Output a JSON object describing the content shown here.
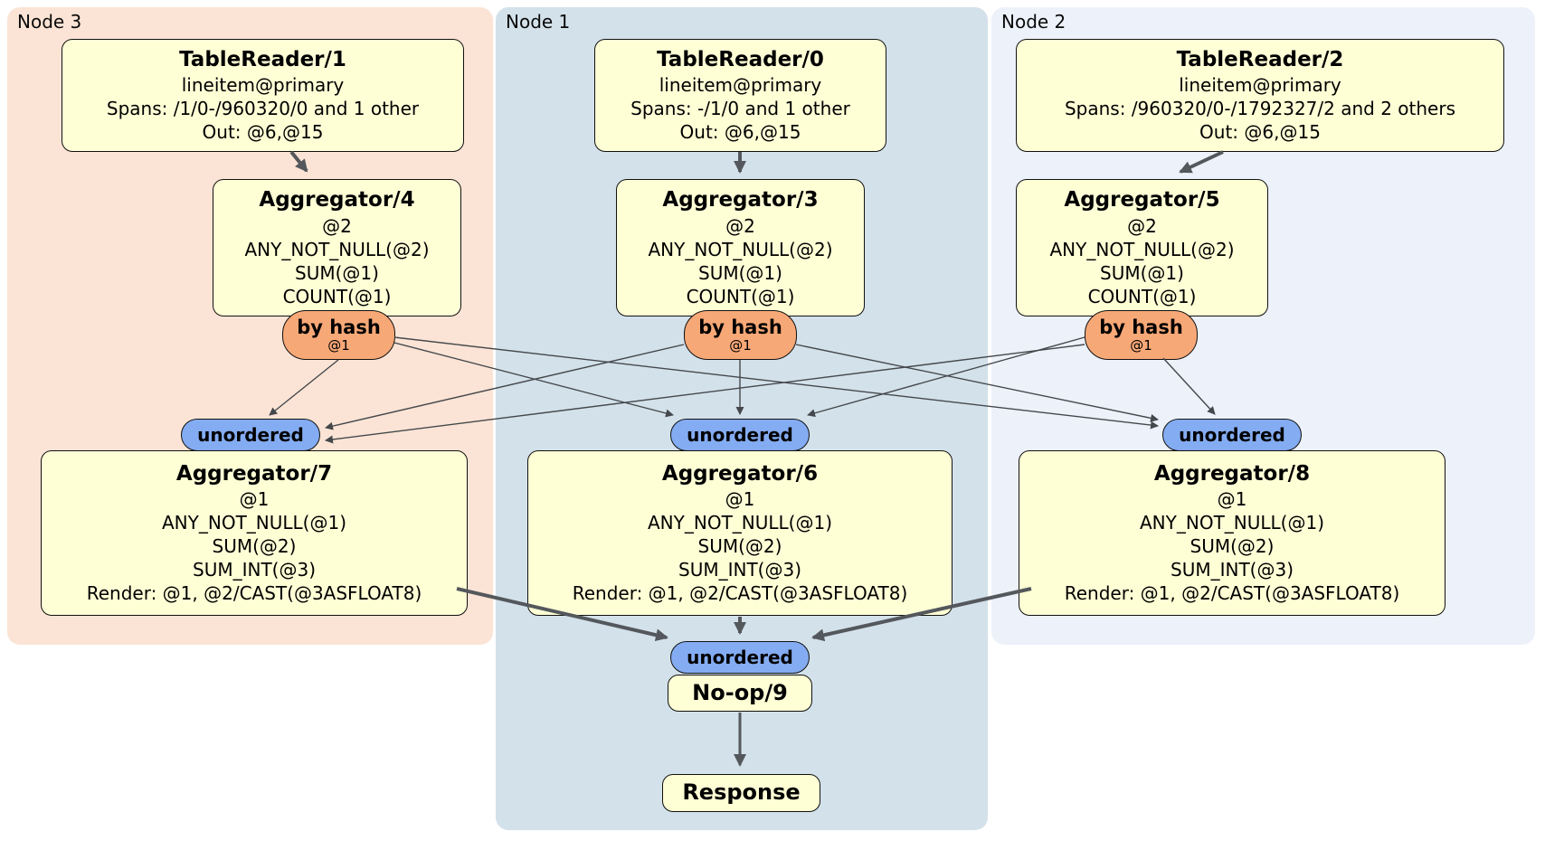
{
  "regions": {
    "node3": {
      "label": "Node 3"
    },
    "node1": {
      "label": "Node 1"
    },
    "node2": {
      "label": "Node 2"
    }
  },
  "processors": {
    "tr1": {
      "title": "TableReader/1",
      "lines": [
        "lineitem@primary",
        "Spans: /1/0-/960320/0 and 1 other",
        "Out: @6,@15"
      ]
    },
    "tr0": {
      "title": "TableReader/0",
      "lines": [
        "lineitem@primary",
        "Spans: -/1/0 and 1 other",
        "Out: @6,@15"
      ]
    },
    "tr2": {
      "title": "TableReader/2",
      "lines": [
        "lineitem@primary",
        "Spans: /960320/0-/1792327/2 and 2 others",
        "Out: @6,@15"
      ]
    },
    "agg4": {
      "title": "Aggregator/4",
      "lines": [
        "@2",
        "ANY_NOT_NULL(@2)",
        "SUM(@1)",
        "COUNT(@1)"
      ]
    },
    "agg3": {
      "title": "Aggregator/3",
      "lines": [
        "@2",
        "ANY_NOT_NULL(@2)",
        "SUM(@1)",
        "COUNT(@1)"
      ]
    },
    "agg5": {
      "title": "Aggregator/5",
      "lines": [
        "@2",
        "ANY_NOT_NULL(@2)",
        "SUM(@1)",
        "COUNT(@1)"
      ]
    },
    "agg7": {
      "title": "Aggregator/7",
      "lines": [
        "@1",
        "ANY_NOT_NULL(@1)",
        "SUM(@2)",
        "SUM_INT(@3)",
        "Render: @1, @2/CAST(@3ASFLOAT8)"
      ]
    },
    "agg6": {
      "title": "Aggregator/6",
      "lines": [
        "@1",
        "ANY_NOT_NULL(@1)",
        "SUM(@2)",
        "SUM_INT(@3)",
        "Render: @1, @2/CAST(@3ASFLOAT8)"
      ]
    },
    "agg8": {
      "title": "Aggregator/8",
      "lines": [
        "@1",
        "ANY_NOT_NULL(@1)",
        "SUM(@2)",
        "SUM_INT(@3)",
        "Render: @1, @2/CAST(@3ASFLOAT8)"
      ]
    },
    "noop": {
      "title": "No-op/9"
    },
    "response": {
      "title": "Response"
    }
  },
  "routers": {
    "by_hash": {
      "label": "by hash",
      "detail": "@1"
    },
    "unordered": {
      "label": "unordered"
    }
  },
  "colors": {
    "node3_bg": "#fbe4d5",
    "node1_bg": "#d3e1ea",
    "node2_bg": "#ecf1fa",
    "processor_bg": "#ffffd6",
    "by_hash_bg": "#f7a877",
    "unordered_bg": "#84acf2",
    "edge": "#54585c"
  }
}
